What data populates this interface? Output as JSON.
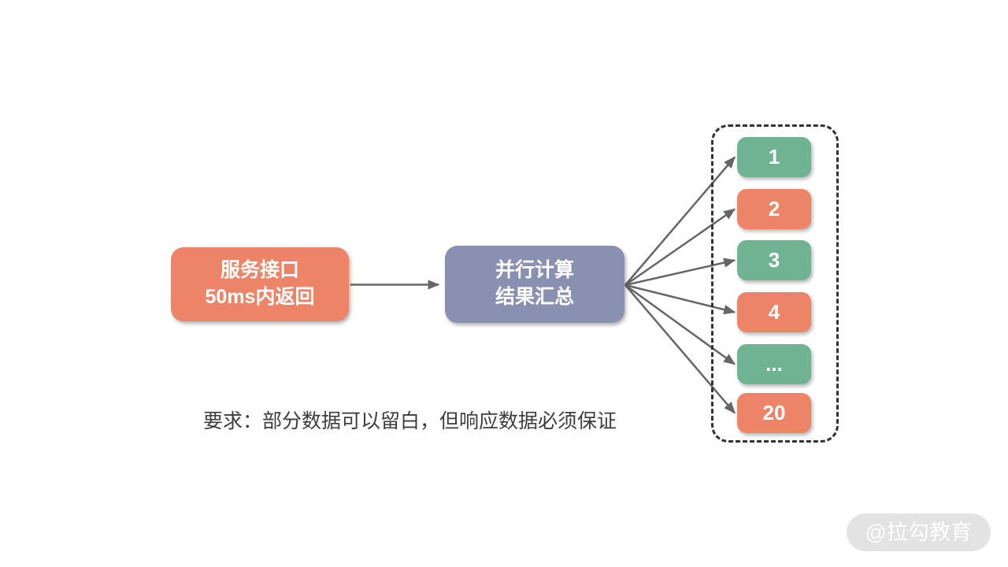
{
  "diagram": {
    "source_node": {
      "line1": "服务接口",
      "line2": "50ms内返回"
    },
    "aggregator_node": {
      "line1": "并行计算",
      "line2": "结果汇总"
    },
    "targets": [
      {
        "label": "1",
        "color": "#6FB392"
      },
      {
        "label": "2",
        "color": "#ED8467"
      },
      {
        "label": "3",
        "color": "#6FB392"
      },
      {
        "label": "4",
        "color": "#ED8467"
      },
      {
        "label": "...",
        "color": "#6FB392"
      },
      {
        "label": "20",
        "color": "#ED8467"
      }
    ],
    "caption": "要求：部分数据可以留白，但响应数据必须保证"
  },
  "watermark": {
    "label": "@拉勾教育"
  },
  "colors": {
    "source_box": "#ED8467",
    "aggregator_box": "#8A90B0",
    "target_green": "#6FB392",
    "target_orange": "#ED8467",
    "arrow": "#666666",
    "dashed_border": "#333333",
    "caption_text": "#3D3D3D",
    "watermark_bg": "#E3E3E3",
    "watermark_text": "#FDFDFD"
  }
}
